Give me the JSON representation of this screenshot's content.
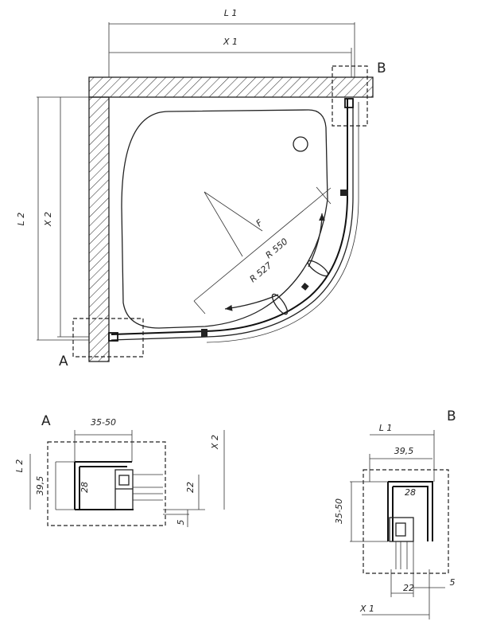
{
  "labels": {
    "l1": "L 1",
    "x1": "X 1",
    "l2": "L 2",
    "x2": "X 2",
    "r550": "R 550",
    "r527": "R 527",
    "f": "F",
    "a": "A",
    "b": "B"
  },
  "detail_a": {
    "title": "A",
    "l2": "L 2",
    "x2": "X 2",
    "w": "35-50",
    "h": "39,5",
    "inner": "28",
    "gap": "22",
    "small": "5"
  },
  "detail_b": {
    "title": "B",
    "l1": "L 1",
    "x1": "X 1",
    "w": "39,5",
    "h": "35-50",
    "inner": "28",
    "gap": "22",
    "small": "5"
  },
  "colors": {
    "line": "#222222",
    "hatch": "#333333",
    "background": "#ffffff"
  }
}
